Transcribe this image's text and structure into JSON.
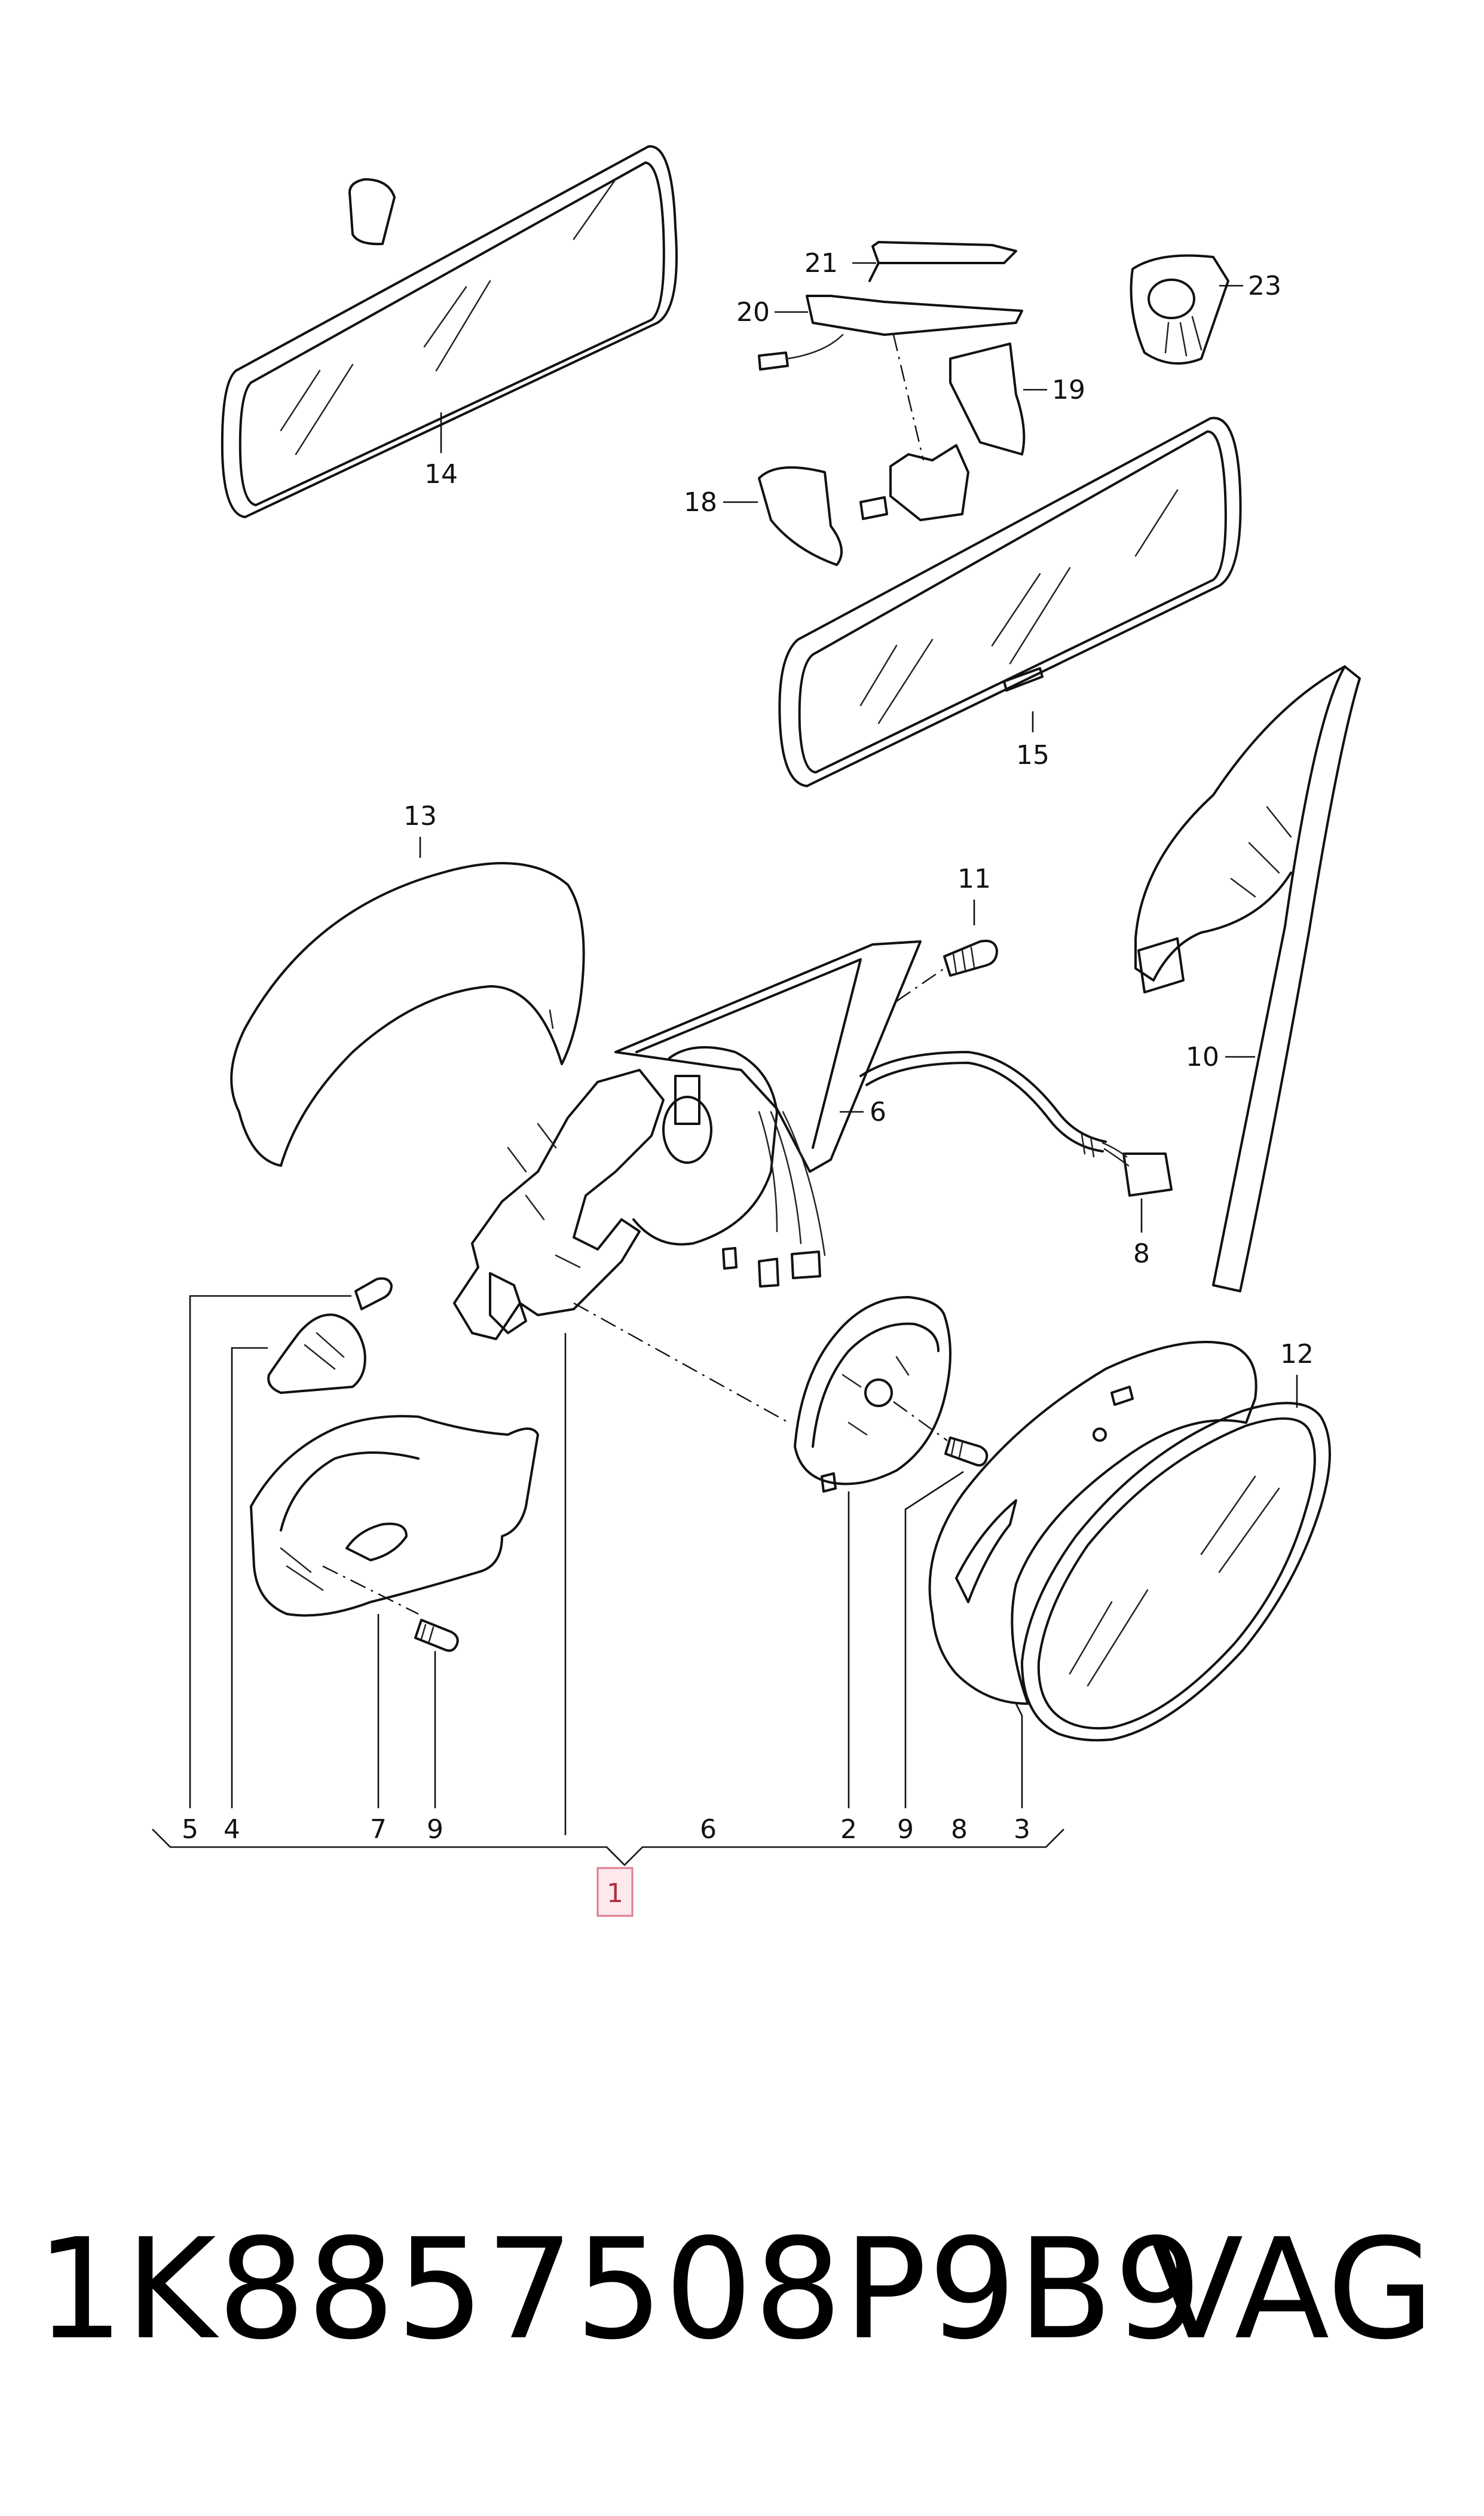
{
  "diagram": {
    "callouts": {
      "p1": "1",
      "p2": "2",
      "p3": "3",
      "p4": "4",
      "p5": "5",
      "p6": "6",
      "p7": "7",
      "p8": "8",
      "p9": "9",
      "p10": "10",
      "p11": "11",
      "p12": "12",
      "p13": "13",
      "p14": "14",
      "p15": "15",
      "p18": "18",
      "p19": "19",
      "p20": "20",
      "p21": "21",
      "p23": "23"
    },
    "bracket_labels": [
      "5",
      "4",
      "7",
      "9",
      "6",
      "2",
      "9",
      "8",
      "3"
    ],
    "main_assembly": "1"
  },
  "footer": {
    "part_number": "1K8857508P9B9",
    "brand": "VAG"
  },
  "colors": {
    "line": "#111111",
    "highlight_fill": "#fde8ec",
    "highlight_stroke": "#e07a8a"
  }
}
